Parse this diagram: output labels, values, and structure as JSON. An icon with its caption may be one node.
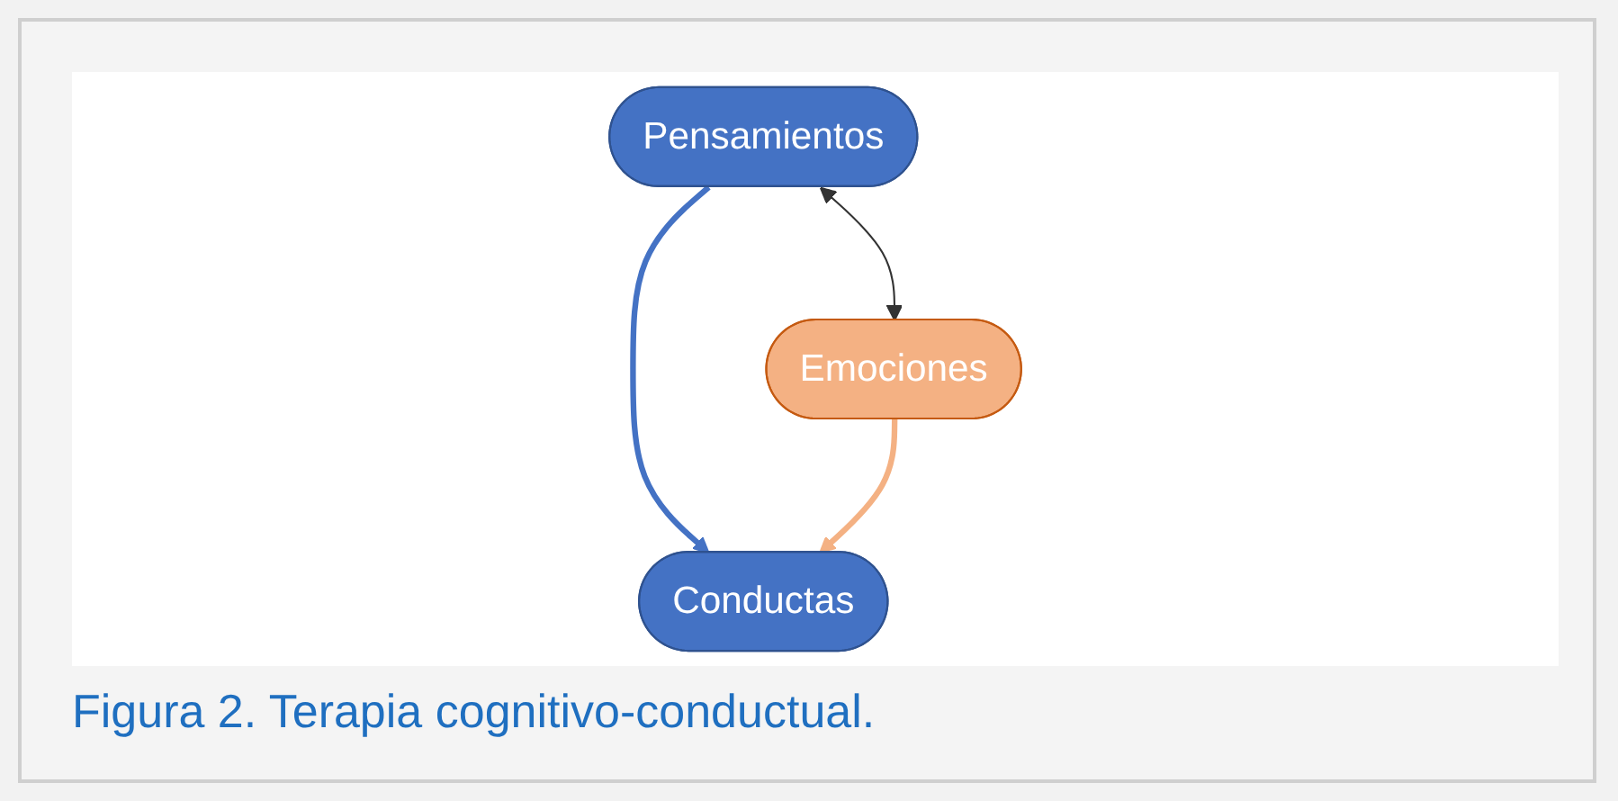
{
  "diagram": {
    "caption": "Figura 2. Terapia cognitivo-conductual.",
    "nodes": [
      {
        "text": [
          "Pensamientos"
        ]
      },
      {
        "text": [
          "Emociones"
        ]
      },
      {
        "text": [
          "Conductas"
        ]
      }
    ],
    "edges": [
      {
        "from": 0,
        "to": 1,
        "arrow": "both"
      },
      {
        "from": 0,
        "to": 2,
        "arrow": "to",
        "color": "#4472c4"
      },
      {
        "from": 1,
        "to": 2,
        "arrow": "to",
        "color": "#f4b183"
      }
    ]
  }
}
